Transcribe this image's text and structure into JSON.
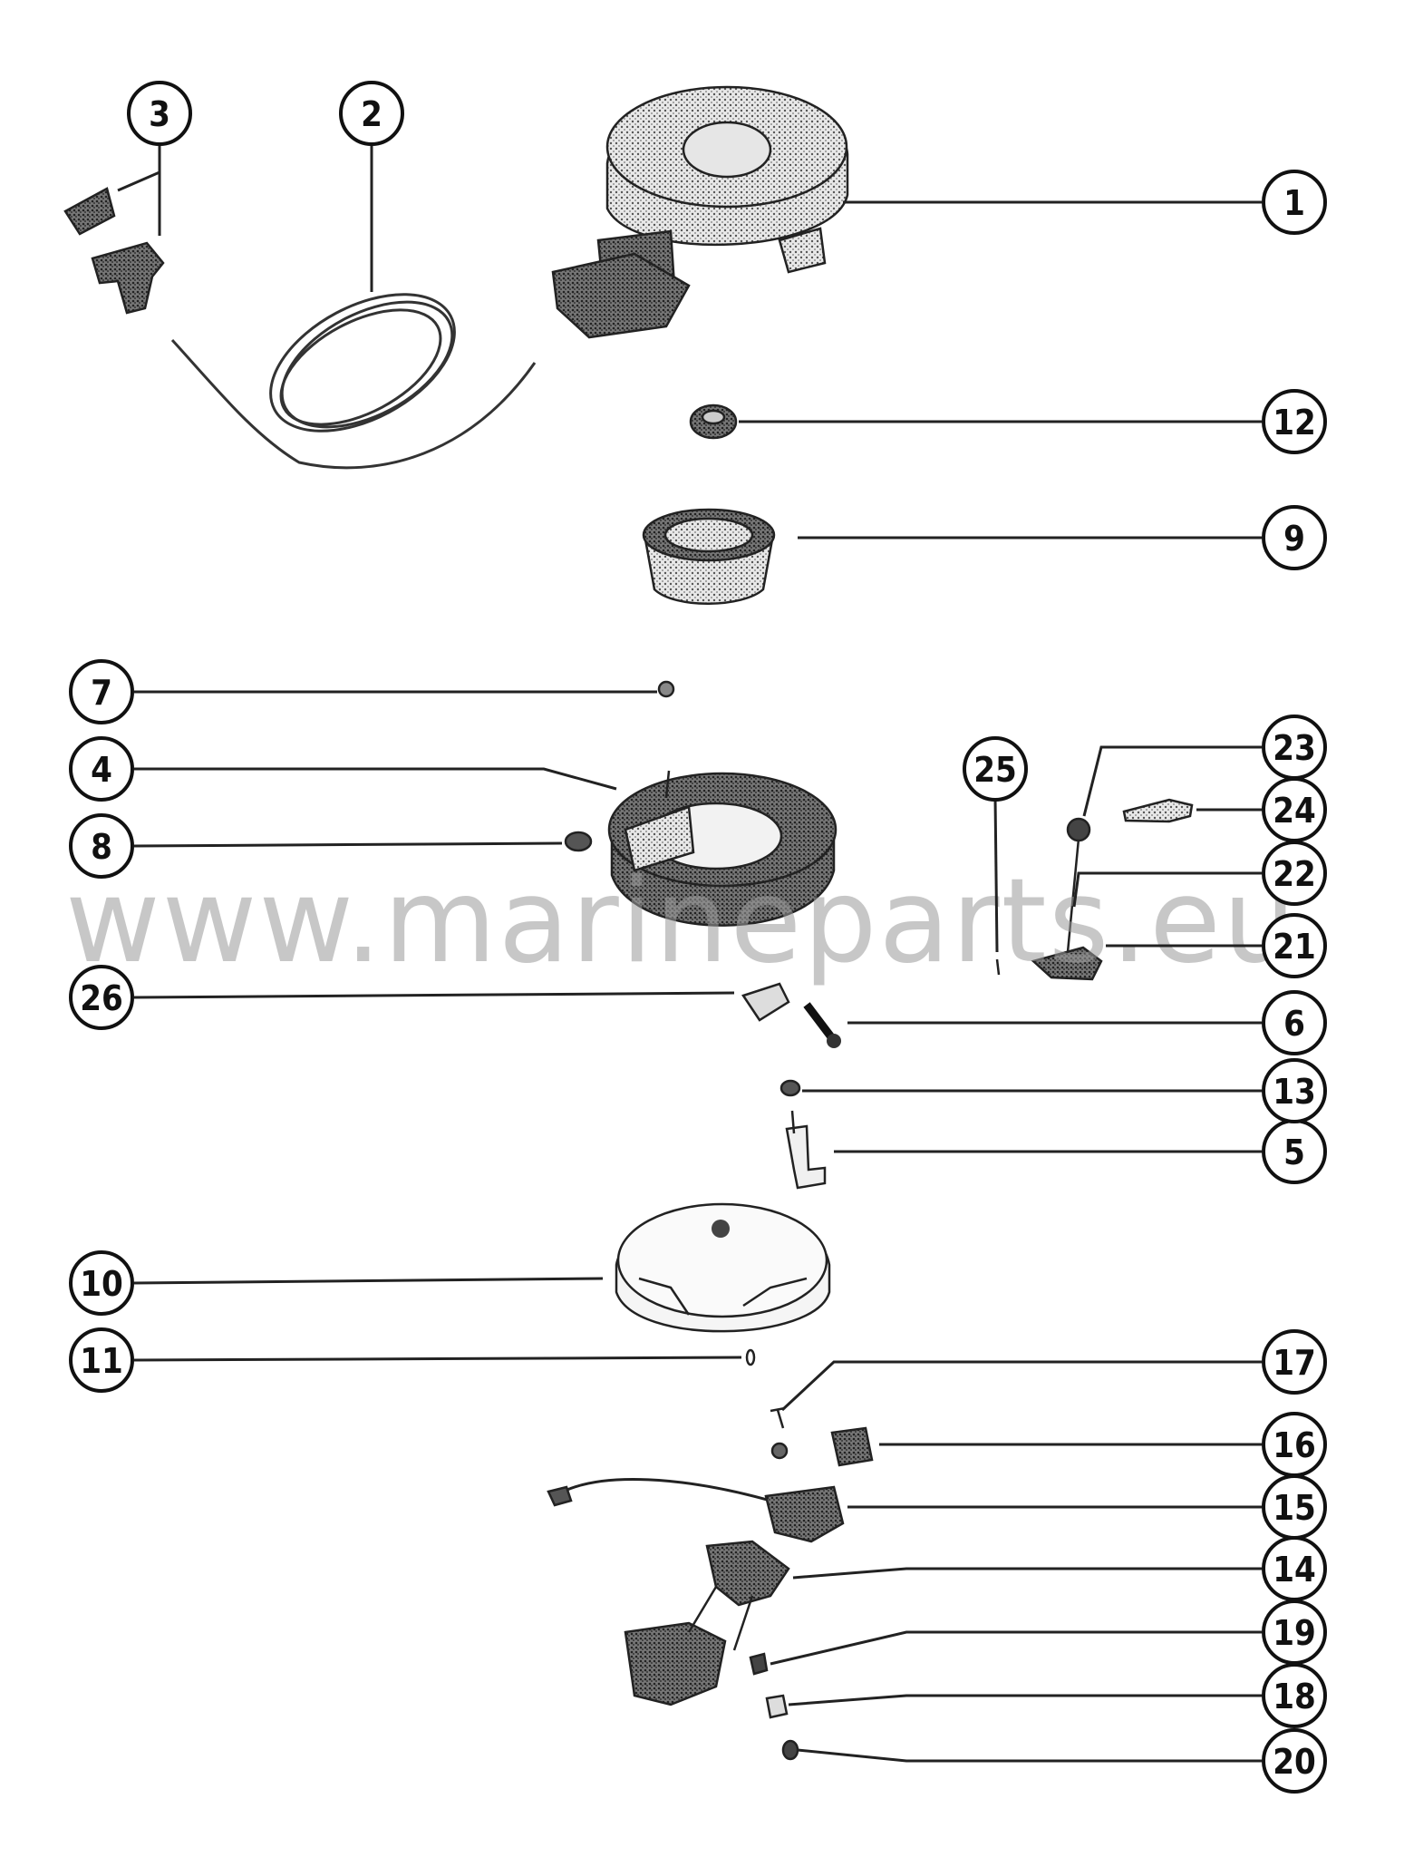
{
  "watermark": "www.marineparts.eu",
  "callouts": [
    {
      "id": "1",
      "label": "1"
    },
    {
      "id": "2",
      "label": "2"
    },
    {
      "id": "3",
      "label": "3"
    },
    {
      "id": "4",
      "label": "4"
    },
    {
      "id": "5",
      "label": "5"
    },
    {
      "id": "6",
      "label": "6"
    },
    {
      "id": "7",
      "label": "7"
    },
    {
      "id": "8",
      "label": "8"
    },
    {
      "id": "9",
      "label": "9"
    },
    {
      "id": "10",
      "label": "10"
    },
    {
      "id": "11",
      "label": "11"
    },
    {
      "id": "12",
      "label": "12"
    },
    {
      "id": "13",
      "label": "13"
    },
    {
      "id": "14",
      "label": "14"
    },
    {
      "id": "15",
      "label": "15"
    },
    {
      "id": "16",
      "label": "16"
    },
    {
      "id": "17",
      "label": "17"
    },
    {
      "id": "18",
      "label": "18"
    },
    {
      "id": "19",
      "label": "19"
    },
    {
      "id": "20",
      "label": "20"
    },
    {
      "id": "21",
      "label": "21"
    },
    {
      "id": "22",
      "label": "22"
    },
    {
      "id": "23",
      "label": "23"
    },
    {
      "id": "24",
      "label": "24"
    },
    {
      "id": "25",
      "label": "25"
    },
    {
      "id": "26",
      "label": "26"
    }
  ]
}
